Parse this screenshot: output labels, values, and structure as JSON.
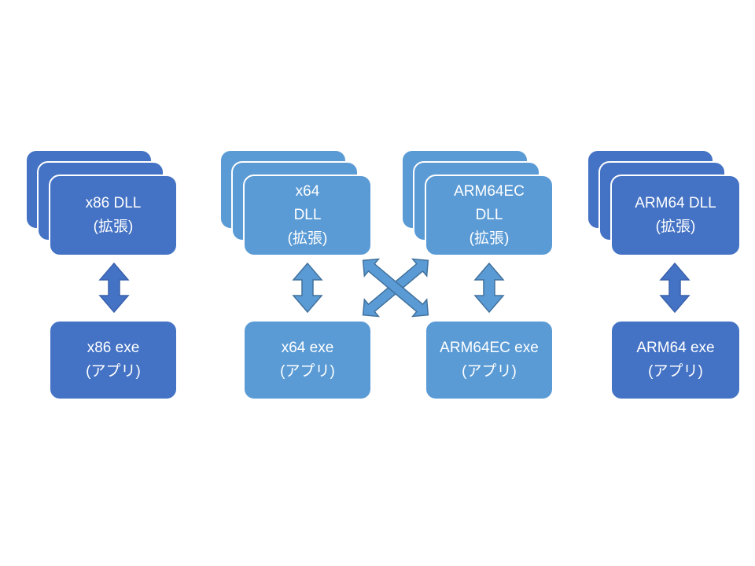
{
  "colors": {
    "dark_blue": "#4472c4",
    "light_blue": "#5b9bd5",
    "text": "#ffffff"
  },
  "columns": [
    {
      "dll_lines": [
        "x86 DLL",
        "(拡張)"
      ],
      "exe_lines": [
        "x86 exe",
        "(アプリ)"
      ]
    },
    {
      "dll_lines": [
        "x64",
        "DLL",
        "(拡張)"
      ],
      "exe_lines": [
        "x64 exe",
        "(アプリ)"
      ]
    },
    {
      "dll_lines": [
        "ARM64EC",
        "DLL",
        "(拡張)"
      ],
      "exe_lines": [
        "ARM64EC exe",
        "(アプリ)"
      ]
    },
    {
      "dll_lines": [
        "ARM64 DLL",
        "(拡張)"
      ],
      "exe_lines": [
        "ARM64 exe",
        "(アプリ)"
      ]
    }
  ],
  "icons": {
    "vertical_arrow": "double-headed-vertical-arrow",
    "cross_arrows": "crossed-double-headed-arrows"
  }
}
